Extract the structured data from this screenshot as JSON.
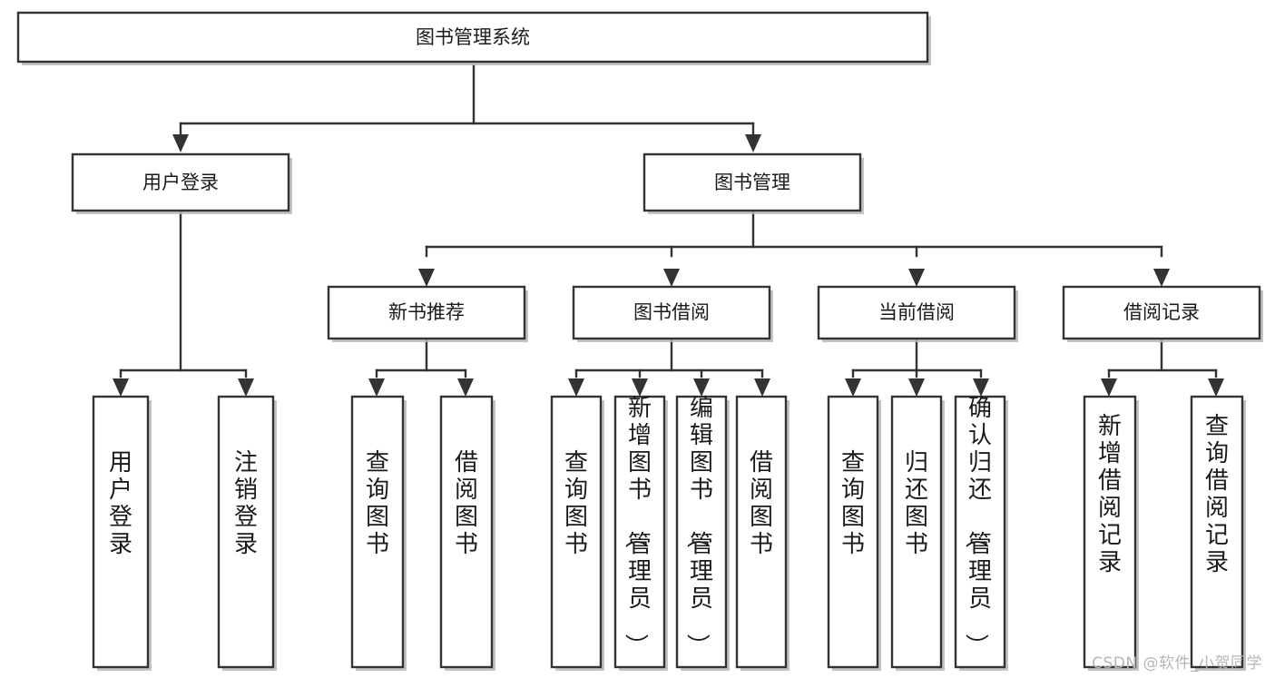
{
  "diagram": {
    "title": "图书管理系统",
    "type": "tree",
    "orientation": "top-down",
    "colors": {
      "box_fill": "#ffffff",
      "box_stroke": "#333333",
      "edge": "#333333",
      "text": "#1a1a1a",
      "watermark": "#b6b6b6"
    },
    "nodes": {
      "root": {
        "label": "图书管理系统",
        "level": 0,
        "text_orientation": "horizontal"
      },
      "l1": [
        {
          "id": "user-login",
          "label": "用户登录",
          "level": 1,
          "text_orientation": "horizontal"
        },
        {
          "id": "book-management",
          "label": "图书管理",
          "level": 1,
          "text_orientation": "horizontal"
        }
      ],
      "l2": [
        {
          "id": "new-book-recommend",
          "label": "新书推荐",
          "level": 2,
          "text_orientation": "horizontal",
          "parent": "book-management"
        },
        {
          "id": "book-borrow",
          "label": "图书借阅",
          "level": 2,
          "text_orientation": "horizontal",
          "parent": "book-management"
        },
        {
          "id": "current-borrow",
          "label": "当前借阅",
          "level": 2,
          "text_orientation": "horizontal",
          "parent": "book-management"
        },
        {
          "id": "borrow-record",
          "label": "借阅记录",
          "level": 2,
          "text_orientation": "horizontal",
          "parent": "book-management"
        }
      ],
      "leaves": [
        {
          "id": "leaf-user-login",
          "label": "用户登录",
          "parent": "user-login",
          "text_orientation": "vertical"
        },
        {
          "id": "leaf-logout",
          "label": "注销登录",
          "parent": "user-login",
          "text_orientation": "vertical"
        },
        {
          "id": "leaf-query-book-1",
          "label": "查询图书",
          "parent": "new-book-recommend",
          "text_orientation": "vertical"
        },
        {
          "id": "leaf-borrow-book-1",
          "label": "借阅图书",
          "parent": "new-book-recommend",
          "text_orientation": "vertical"
        },
        {
          "id": "leaf-query-book-2",
          "label": "查询图书",
          "parent": "book-borrow",
          "text_orientation": "vertical"
        },
        {
          "id": "leaf-add-book",
          "label": "新增图书（管理员）",
          "parent": "book-borrow",
          "text_orientation": "vertical"
        },
        {
          "id": "leaf-edit-book",
          "label": "编辑图书（管理员）",
          "parent": "book-borrow",
          "text_orientation": "vertical"
        },
        {
          "id": "leaf-borrow-book-2",
          "label": "借阅图书",
          "parent": "book-borrow",
          "text_orientation": "vertical"
        },
        {
          "id": "leaf-query-book-3",
          "label": "查询图书",
          "parent": "current-borrow",
          "text_orientation": "vertical"
        },
        {
          "id": "leaf-return-book",
          "label": "归还图书",
          "parent": "current-borrow",
          "text_orientation": "vertical"
        },
        {
          "id": "leaf-confirm-return",
          "label": "确认归还（管理员）",
          "parent": "current-borrow",
          "text_orientation": "vertical"
        },
        {
          "id": "leaf-add-record",
          "label": "新增借阅记录",
          "parent": "borrow-record",
          "text_orientation": "vertical"
        },
        {
          "id": "leaf-query-record",
          "label": "查询借阅记录",
          "parent": "borrow-record",
          "text_orientation": "vertical"
        }
      ]
    }
  },
  "watermark": {
    "text": "CSDN @软件_小贺同学"
  }
}
